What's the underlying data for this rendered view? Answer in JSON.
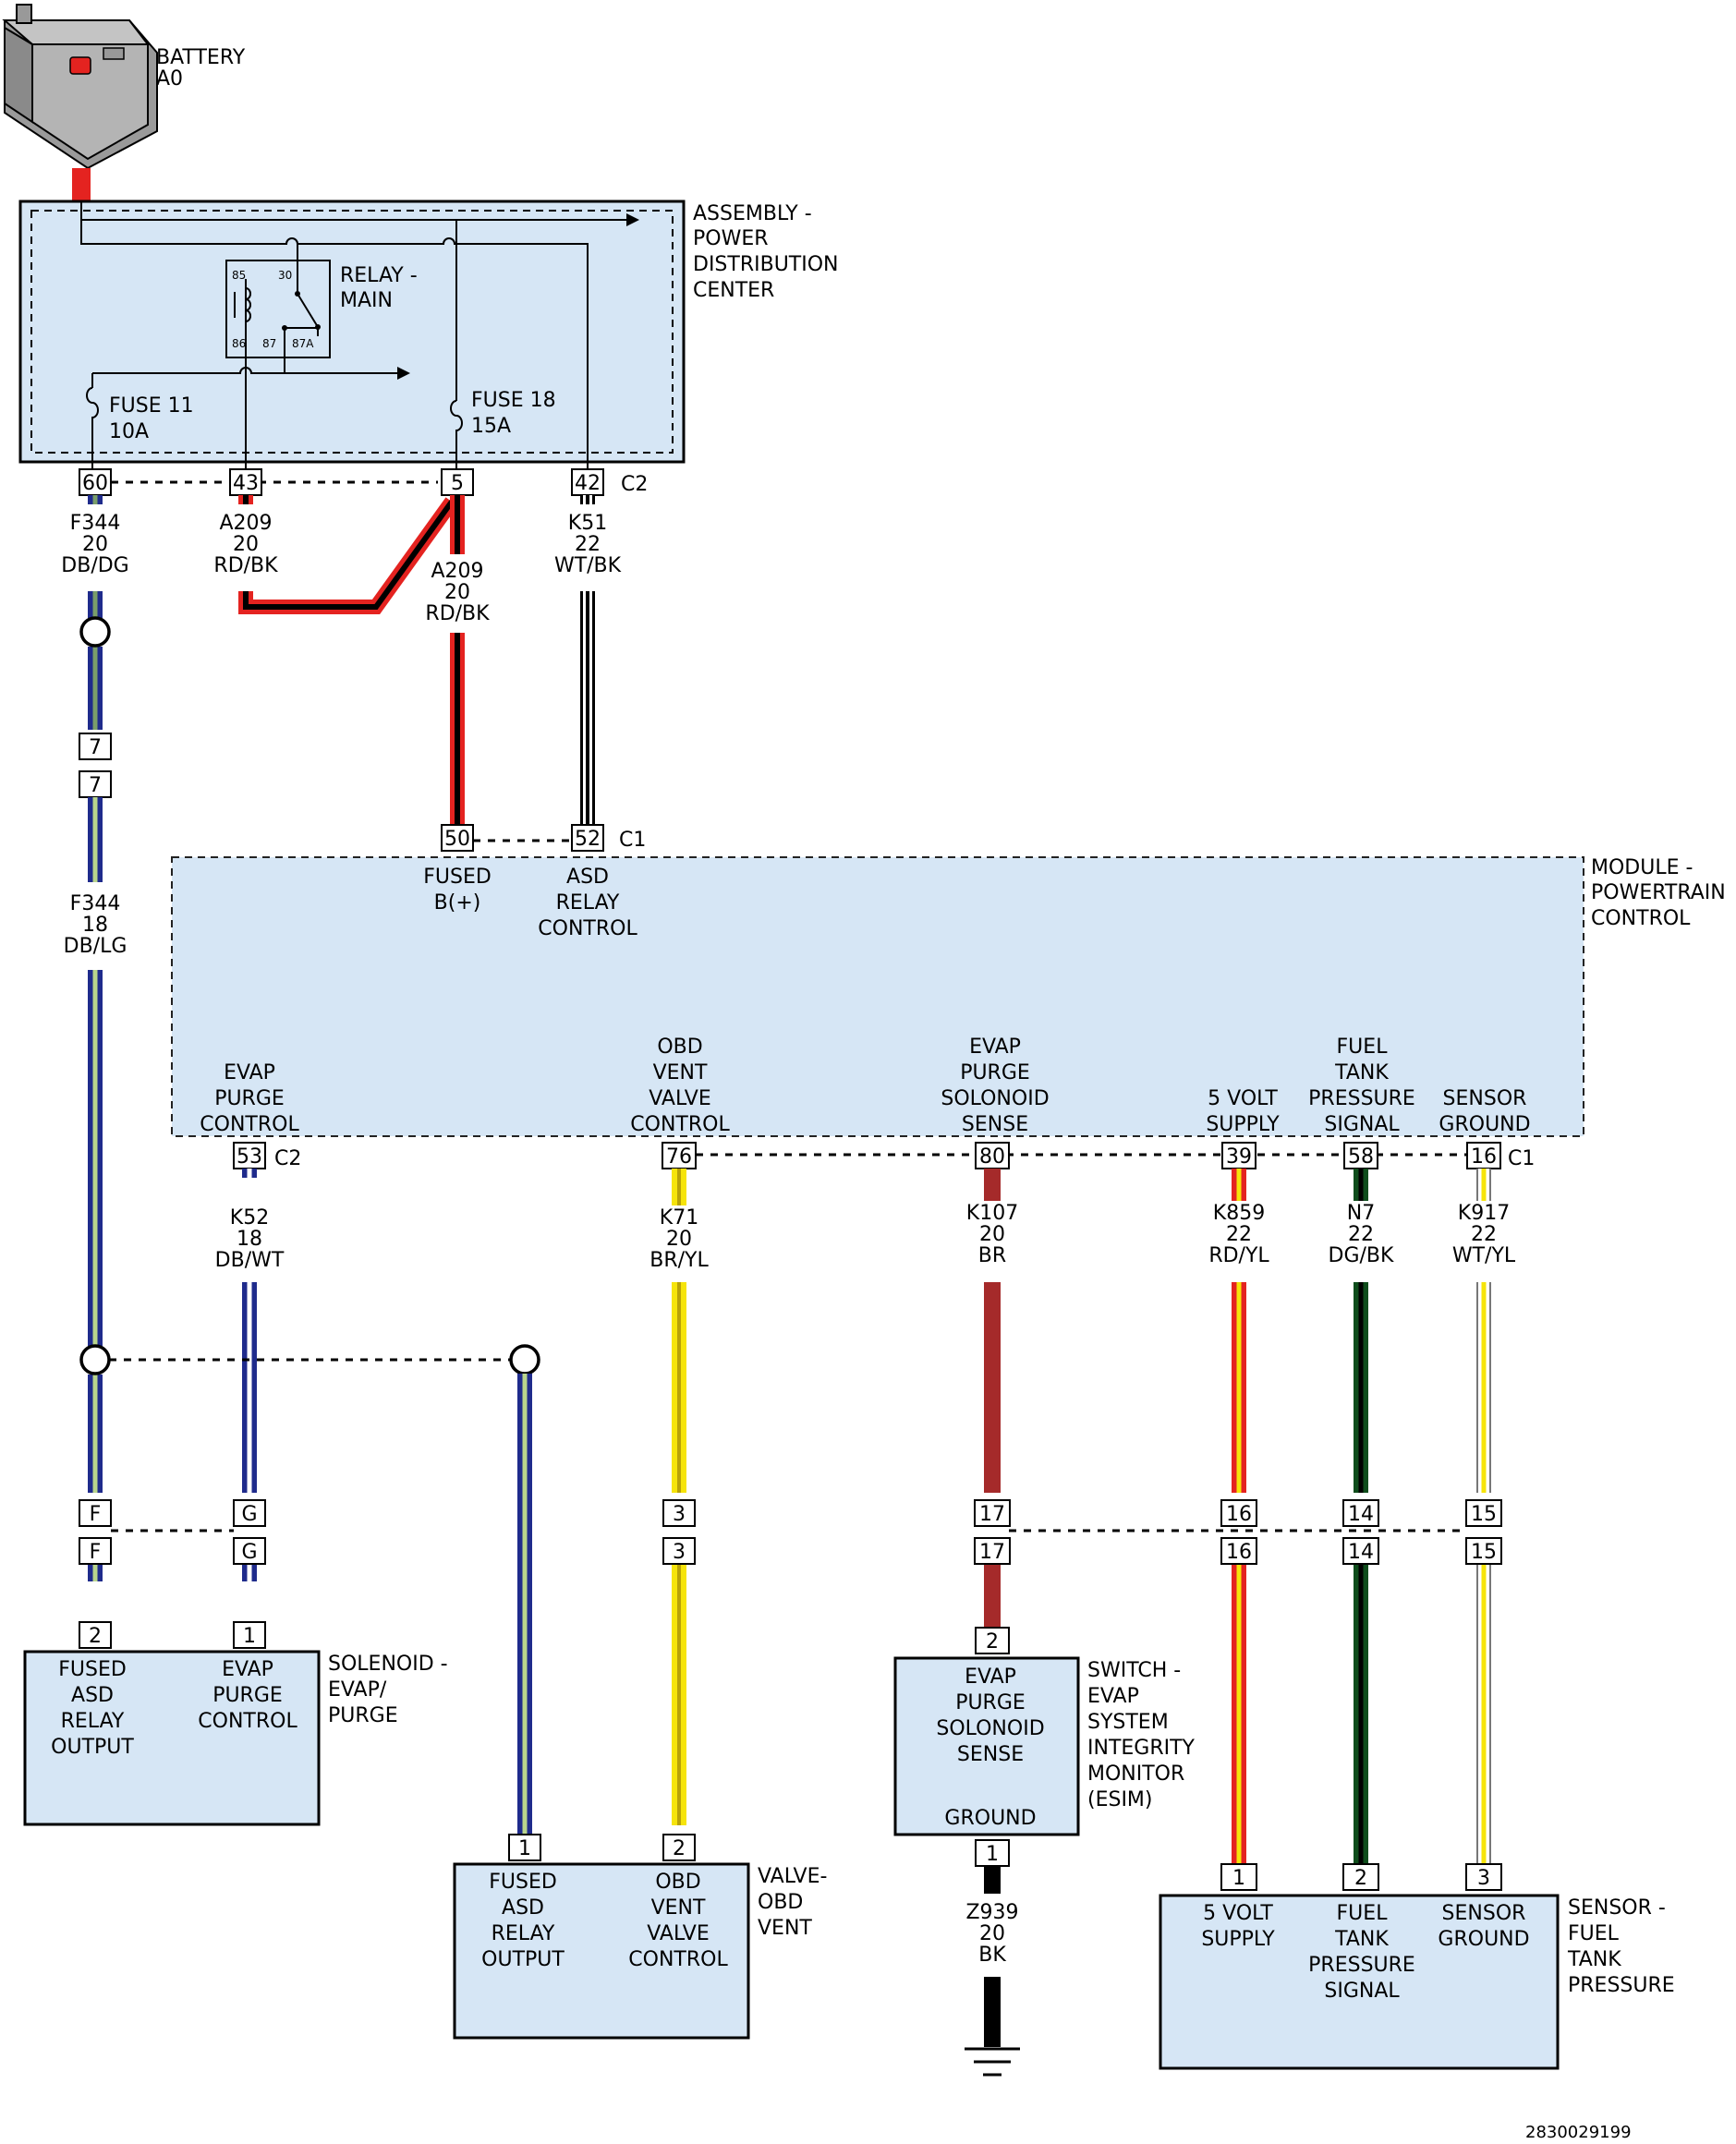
{
  "battery": {
    "line1": "BATTERY",
    "line2": "A0"
  },
  "pdc": {
    "label": [
      "ASSEMBLY -",
      "POWER",
      "DISTRIBUTION",
      "CENTER"
    ],
    "relay_label": [
      "RELAY -",
      "MAIN"
    ],
    "relay_pins": [
      "85",
      "30",
      "86",
      "87",
      "87A"
    ],
    "fuse11": [
      "FUSE 11",
      "10A"
    ],
    "fuse18": [
      "FUSE 18",
      "15A"
    ],
    "connector": "C2",
    "pins": [
      "60",
      "43",
      "5",
      "42"
    ]
  },
  "wires": {
    "f344_top": [
      "F344",
      "20",
      "DB/DG"
    ],
    "a209_left": [
      "A209",
      "20",
      "RD/BK"
    ],
    "a209_right": [
      "A209",
      "20",
      "RD/BK"
    ],
    "k51": [
      "K51",
      "22",
      "WT/BK"
    ],
    "f344_bottom": [
      "F344",
      "18",
      "DB/LG"
    ],
    "k52": [
      "K52",
      "18",
      "DB/WT"
    ],
    "k71": [
      "K71",
      "20",
      "BR/YL"
    ],
    "k107": [
      "K107",
      "20",
      "BR"
    ],
    "k859": [
      "K859",
      "22",
      "RD/YL"
    ],
    "n7": [
      "N7",
      "22",
      "DG/BK"
    ],
    "k917": [
      "K917",
      "22",
      "WT/YL"
    ],
    "z939": [
      "Z939",
      "20",
      "BK"
    ]
  },
  "inline_7": "7",
  "pcm": {
    "label": [
      "MODULE -",
      "POWERTRAIN",
      "CONTROL"
    ],
    "top_connector": "C1",
    "top_pins": [
      "50",
      "52"
    ],
    "fused_b": [
      "FUSED",
      "B(+)"
    ],
    "asd_relay": [
      "ASD",
      "RELAY",
      "CONTROL"
    ],
    "evap_purge": [
      "EVAP",
      "PURGE",
      "CONTROL"
    ],
    "obd_vent": [
      "OBD",
      "VENT",
      "VALVE",
      "CONTROL"
    ],
    "evap_sense": [
      "EVAP",
      "PURGE",
      "SOLONOID",
      "SENSE"
    ],
    "five_volt": [
      "5 VOLT",
      "SUPPLY"
    ],
    "fuel_tank": [
      "FUEL",
      "TANK",
      "PRESSURE",
      "SIGNAL"
    ],
    "sensor_ground": [
      "SENSOR",
      "GROUND"
    ],
    "bottom_pins": {
      "p53": "53",
      "c2": "C2",
      "p76": "76",
      "p80": "80",
      "p39": "39",
      "p58": "58",
      "p16": "16",
      "c1": "C1"
    }
  },
  "inline_pins": {
    "F": "F",
    "G": "G",
    "p3": "3",
    "p17": "17",
    "p16": "16",
    "p14": "14",
    "p15": "15"
  },
  "solenoid": {
    "label": [
      "SOLENOID -",
      "EVAP/",
      "PURGE"
    ],
    "pins": [
      "2",
      "1"
    ],
    "left": [
      "FUSED",
      "ASD",
      "RELAY",
      "OUTPUT"
    ],
    "right": [
      "EVAP",
      "PURGE",
      "CONTROL"
    ]
  },
  "valve": {
    "label": [
      "VALVE-",
      "OBD",
      "VENT"
    ],
    "pins": [
      "1",
      "2"
    ],
    "left": [
      "FUSED",
      "ASD",
      "RELAY",
      "OUTPUT"
    ],
    "right": [
      "OBD",
      "VENT",
      "VALVE",
      "CONTROL"
    ]
  },
  "esim": {
    "label": [
      "SWITCH -",
      "EVAP",
      "SYSTEM",
      "INTEGRITY",
      "MONITOR",
      "(ESIM)"
    ],
    "pins": [
      "2",
      "1"
    ],
    "sense": [
      "EVAP",
      "PURGE",
      "SOLONOID",
      "SENSE"
    ],
    "ground": "GROUND"
  },
  "sensor": {
    "label": [
      "SENSOR -",
      "FUEL",
      "TANK",
      "PRESSURE"
    ],
    "pins": [
      "1",
      "2",
      "3"
    ],
    "c1": [
      "5 VOLT",
      "SUPPLY"
    ],
    "c2": [
      "FUEL",
      "TANK",
      "PRESSURE",
      "SIGNAL"
    ],
    "c3": [
      "SENSOR",
      "GROUND"
    ]
  },
  "footer_id": "2830029199",
  "colors": {
    "panel_fill": "#d6e6f5",
    "red": "#e42320",
    "dark_blue": "#1f2b8c",
    "dark_green": "#7a9e6a",
    "light_green": "#b9d58c",
    "brown": "#a52a2a",
    "yellow": "#f6e40a",
    "dark_green_wire": "#0f4d1c",
    "black": "#000000",
    "white": "#ffffff"
  }
}
